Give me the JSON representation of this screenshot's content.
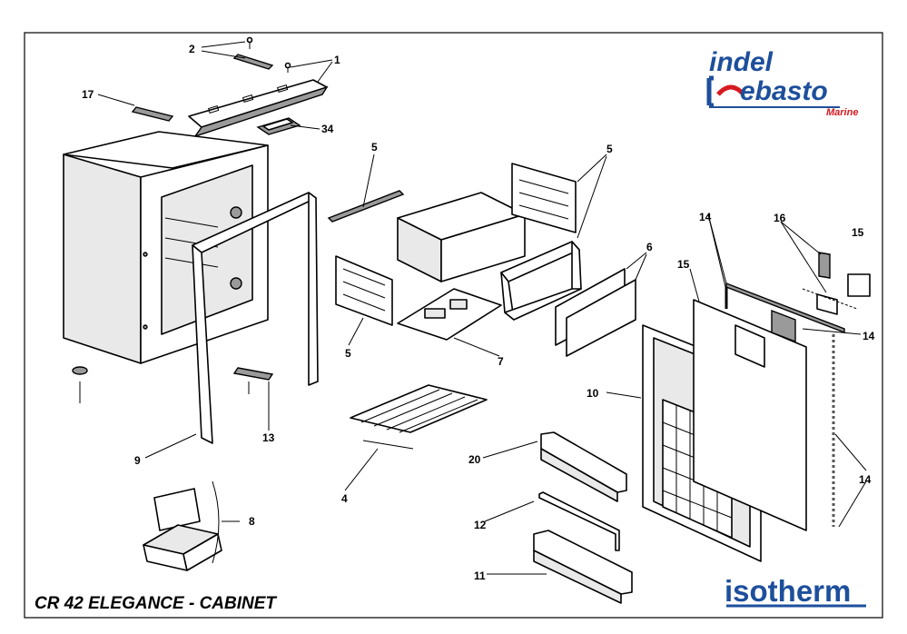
{
  "title": "CR 42 ELEGANCE - CABINET",
  "logos": {
    "indel": "indel",
    "webasto": "ebasto",
    "marine": "Marine",
    "isotherm": "isotherm"
  },
  "colors": {
    "brand_blue": "#1d4f9c",
    "brand_red": "#d71920"
  },
  "callouts": {
    "c1": "1",
    "c2": "2",
    "c17": "17",
    "c34": "34",
    "c5a": "5",
    "c5b": "5",
    "c5c": "5",
    "c6": "6",
    "c7": "7",
    "c14a": "14",
    "c14b": "14",
    "c14c": "14",
    "c15a": "15",
    "c15b": "15",
    "c16": "16",
    "c10": "10",
    "c20": "20",
    "c12": "12",
    "c11": "11",
    "c9": "9",
    "c13": "13",
    "c4": "4",
    "c8": "8"
  }
}
